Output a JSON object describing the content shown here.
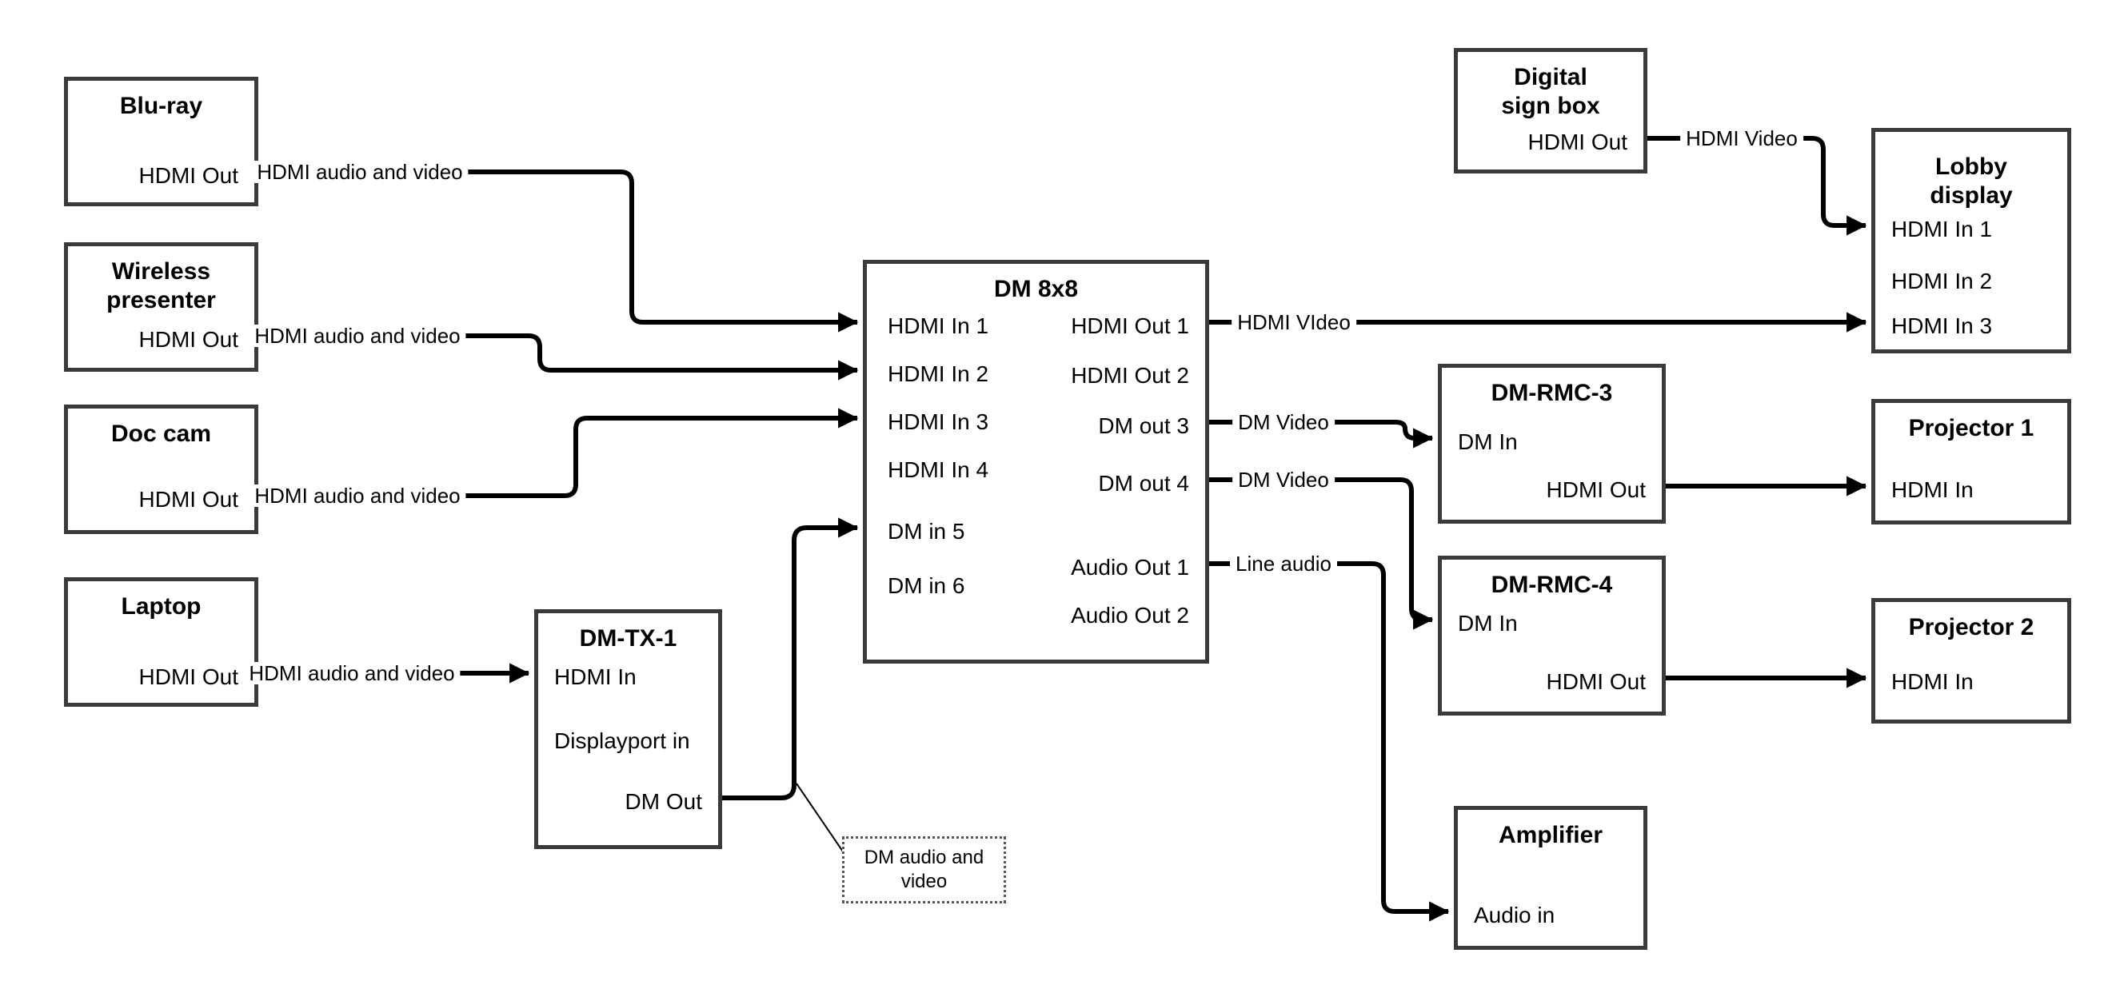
{
  "diagram": {
    "background": "#ffffff",
    "line_color": "#000000",
    "box_border_color": "#3a3a3a"
  },
  "nodes": {
    "blu_ray": {
      "title": "Blu-ray",
      "ports": {
        "hdmi_out": "HDMI Out"
      }
    },
    "wireless_presenter": {
      "title": "Wireless presenter",
      "ports": {
        "hdmi_out": "HDMI Out"
      }
    },
    "doc_cam": {
      "title": "Doc cam",
      "ports": {
        "hdmi_out": "HDMI Out"
      }
    },
    "laptop": {
      "title": "Laptop",
      "ports": {
        "hdmi_out": "HDMI Out"
      }
    },
    "dm_tx_1": {
      "title": "DM-TX-1",
      "ports": {
        "hdmi_in": "HDMI In",
        "displayport_in": "Displayport in",
        "dm_out": "DM Out"
      }
    },
    "dm_8x8": {
      "title": "DM 8x8",
      "ports": {
        "hdmi_in_1": "HDMI In 1",
        "hdmi_in_2": "HDMI In 2",
        "hdmi_in_3": "HDMI In 3",
        "hdmi_in_4": "HDMI In 4",
        "dm_in_5": "DM in 5",
        "dm_in_6": "DM in 6",
        "hdmi_out_1": "HDMI Out 1",
        "hdmi_out_2": "HDMI Out 2",
        "dm_out_3": "DM out 3",
        "dm_out_4": "DM out 4",
        "audio_out_1": "Audio Out 1",
        "audio_out_2": "Audio Out 2"
      }
    },
    "digital_sign_box": {
      "title": "Digital sign box",
      "ports": {
        "hdmi_out": "HDMI Out"
      }
    },
    "lobby_display": {
      "title": "Lobby display",
      "ports": {
        "hdmi_in_1": "HDMI In 1",
        "hdmi_in_2": "HDMI In 2",
        "hdmi_in_3": "HDMI In 3"
      }
    },
    "dm_rmc_3": {
      "title": "DM-RMC-3",
      "ports": {
        "dm_in": "DM In",
        "hdmi_out": "HDMI Out"
      }
    },
    "projector_1": {
      "title": "Projector 1",
      "ports": {
        "hdmi_in": "HDMI In"
      }
    },
    "dm_rmc_4": {
      "title": "DM-RMC-4",
      "ports": {
        "dm_in": "DM In",
        "hdmi_out": "HDMI Out"
      }
    },
    "projector_2": {
      "title": "Projector 2",
      "ports": {
        "hdmi_in": "HDMI In"
      }
    },
    "amplifier": {
      "title": "Amplifier",
      "ports": {
        "audio_in": "Audio in"
      }
    }
  },
  "edges": {
    "blu_ray_to_in1": "HDMI audio and video",
    "wireless_to_in2": "HDMI audio and video",
    "doc_cam_to_in3": "HDMI audio and video",
    "laptop_to_tx": "HDMI audio and video",
    "out1_to_lobby": "HDMI VIdeo",
    "out3_to_rmc3": "DM Video",
    "out4_to_rmc4": "DM Video",
    "audio1_to_amp": "Line audio",
    "sign_to_lobby": "HDMI Video"
  },
  "note": {
    "text": "DM audio and video"
  }
}
